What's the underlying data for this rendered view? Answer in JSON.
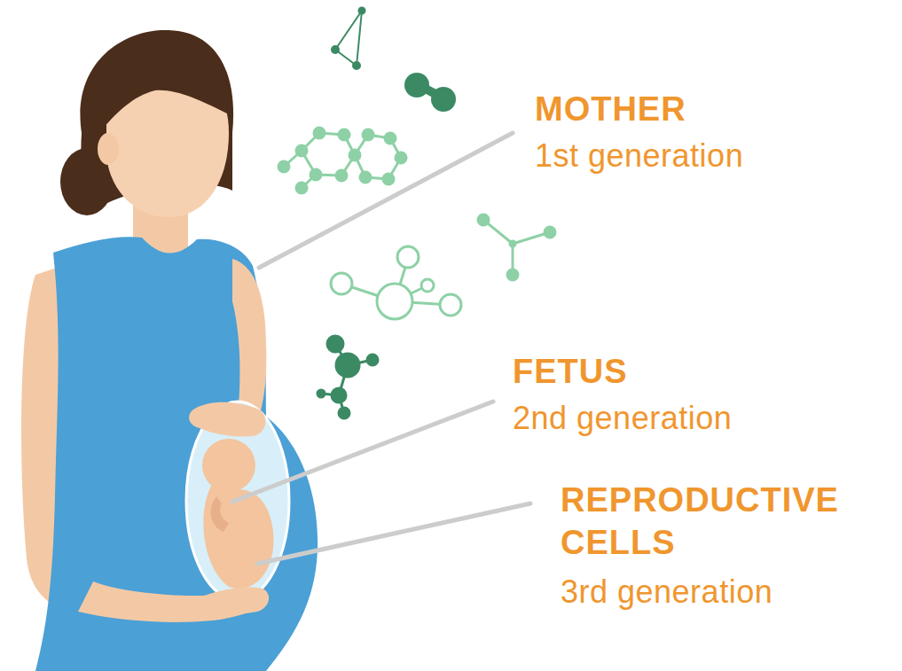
{
  "diagram": {
    "labels": [
      "MOTHER",
      "1st generation",
      "FETUS",
      "2nd generation",
      "REPRODUCTIVE CELLS",
      "3rd generation"
    ]
  }
}
